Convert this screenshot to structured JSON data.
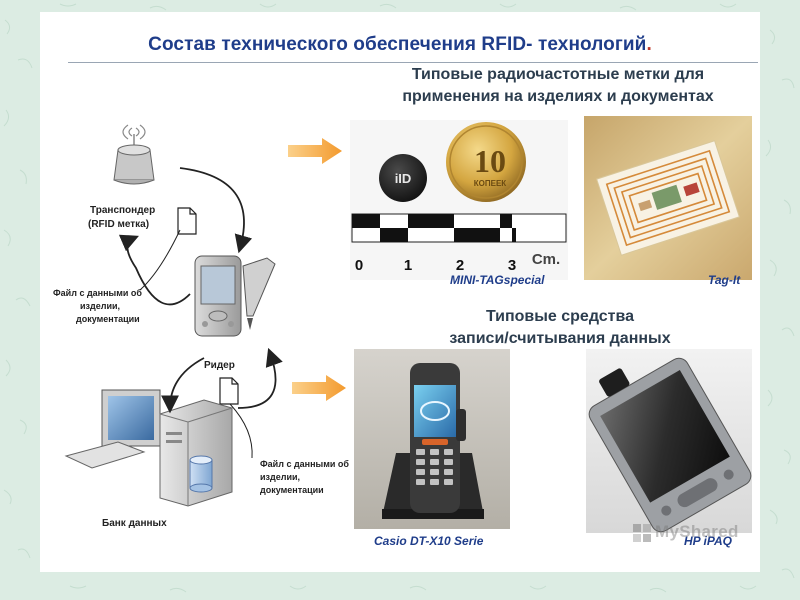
{
  "slide": {
    "title": "Состав технического обеспечения RFID- технологий",
    "title_dot": "."
  },
  "tags_section": {
    "heading_line1": "Типовые радиочастотные метки для",
    "heading_line2": "применения на изделиях и документах",
    "tag1_caption": "MINI-TAGspecial",
    "tag2_caption": "Tag-It",
    "coin_value": "10",
    "coin_text": "КОПЕЕК",
    "chip_text": "iID",
    "ruler_labels": [
      "0",
      "1",
      "2",
      "3"
    ],
    "ruler_unit": "Cm."
  },
  "devices_section": {
    "heading_line1": "Типовые средства",
    "heading_line2": "записи/считывания данных",
    "device1_caption": "Casio DT-X10 Serie",
    "device2_caption": "HP iPAQ"
  },
  "diagram": {
    "transponder_label_line1": "Транспондер",
    "transponder_label_line2": "(RFID метка)",
    "file_label_1_line1": "Файл с данными об",
    "file_label_1_line2": "изделии,",
    "file_label_1_line3": "документации",
    "reader_label": "Ридер",
    "file_label_2_line1": "Файл с данными об",
    "file_label_2_line2": "изделии,",
    "file_label_2_line3": "документации",
    "databank_label": "Банк данных"
  },
  "watermark": {
    "text": "MyShared"
  },
  "colors": {
    "title": "#1f3d8a",
    "caption": "#1f3d8a",
    "arrow": "#f4a640",
    "background": "#dfeee6"
  }
}
